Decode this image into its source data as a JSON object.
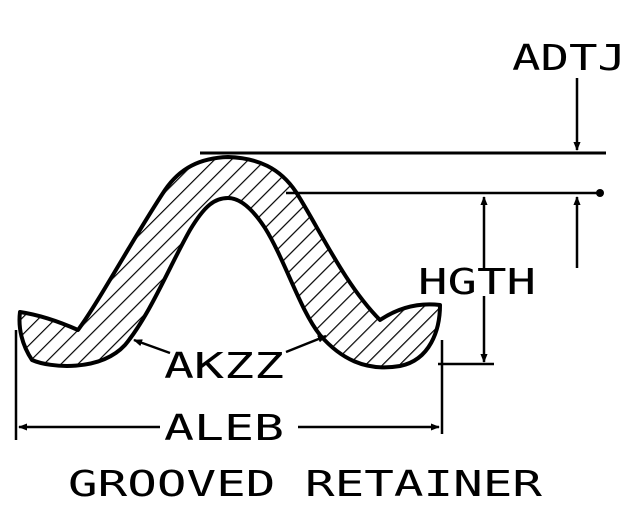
{
  "title": "GROOVED RETAINER",
  "labels": {
    "adtj": "ADTJ",
    "hgth": "HGTH",
    "akzz": "AKZZ",
    "aleb": "ALEB"
  },
  "colors": {
    "ink": "#000000",
    "background": "#ffffff"
  }
}
